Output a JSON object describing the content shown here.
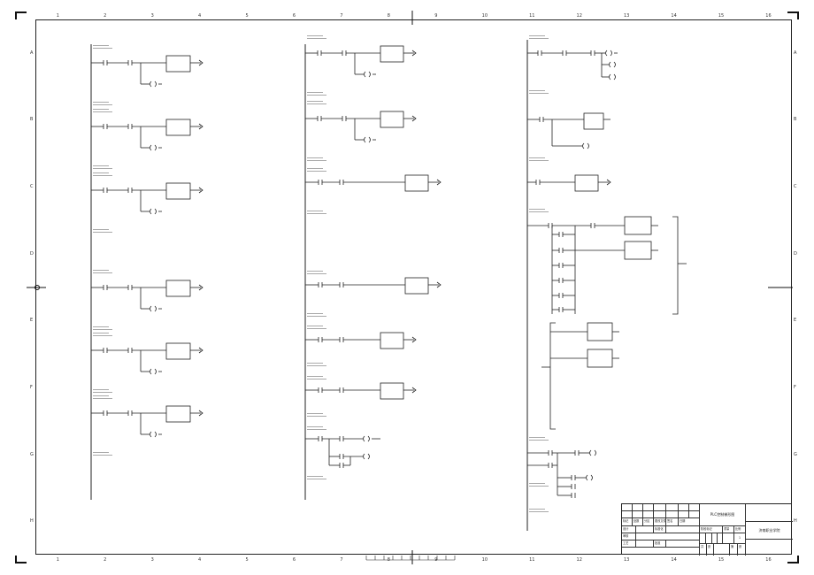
{
  "columns": [
    "1",
    "2",
    "3",
    "4",
    "5",
    "6",
    "7",
    "8",
    "9",
    "10",
    "11",
    "12",
    "13",
    "14",
    "15",
    "16"
  ],
  "rows": [
    "A",
    "B",
    "C",
    "D",
    "E",
    "F",
    "G",
    "H"
  ],
  "title_block": {
    "drawing_title": "PLC控制梯形图",
    "name_label": "名称",
    "mark_label": "标记",
    "count_label": "处数",
    "zone_label": "分区",
    "change_doc_label": "更改文件号",
    "sign_label": "签名",
    "date_label": "日期",
    "design_label": "设计",
    "standard_label": "标准化",
    "check_label": "审核",
    "process_label": "工艺",
    "approve_label": "批准",
    "stage_label": "阶段标记",
    "weight_label": "重量",
    "scale_label": "比例",
    "sheet_total": "共",
    "sheet_label": "张",
    "sheet_num": "第",
    "sheet_unit": "张",
    "sheet_value": "1",
    "company": "济南职业学院"
  },
  "colors": {
    "line": "#222222",
    "paper": "#ffffff"
  }
}
